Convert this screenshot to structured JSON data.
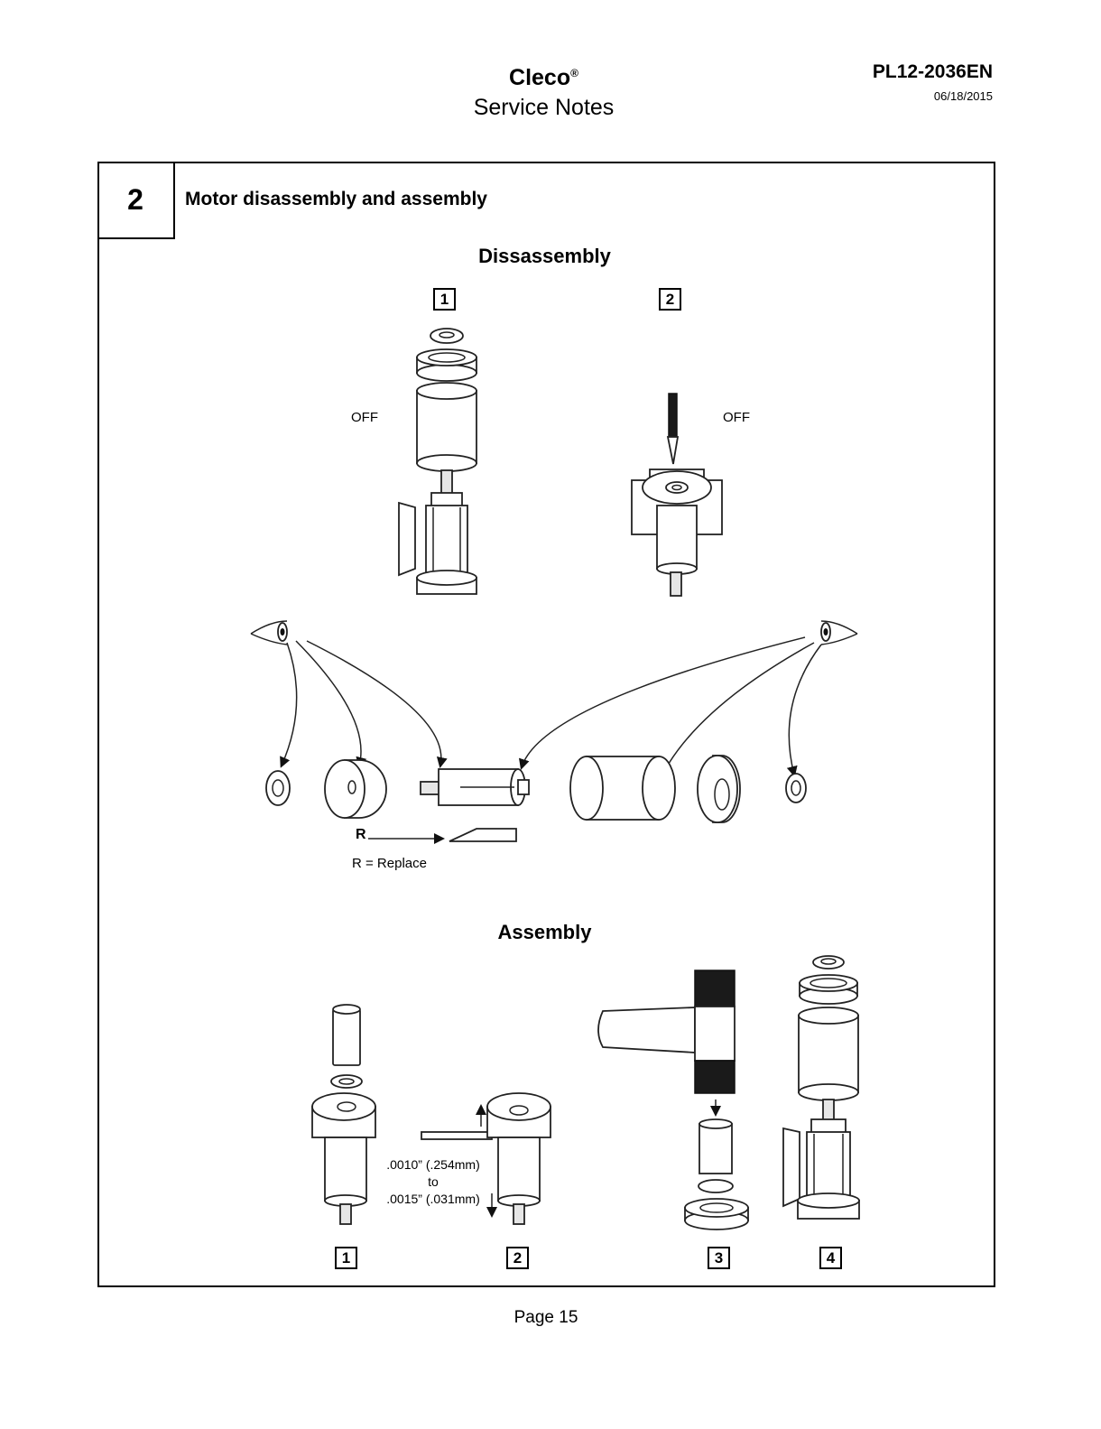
{
  "header": {
    "brand": "Cleco",
    "brand_mark": "®",
    "subtitle": "Service Notes",
    "doc_number": "PL12-2036EN",
    "date": "06/18/2015"
  },
  "section": {
    "number": "2",
    "title": "Motor disassembly and assembly"
  },
  "disassembly": {
    "heading": "Dissassembly",
    "steps": [
      "1",
      "2"
    ],
    "off_label_1": "OFF",
    "off_label_2": "OFF",
    "r_marker": "R",
    "legend": "R = Replace"
  },
  "assembly": {
    "heading": "Assembly",
    "tolerance_line1": ".0010” (.254mm)",
    "tolerance_line2": "to",
    "tolerance_line3": ".0015” (.031mm)",
    "steps": [
      "1",
      "2",
      "3",
      "4"
    ]
  },
  "footer": {
    "page": "Page 15"
  }
}
